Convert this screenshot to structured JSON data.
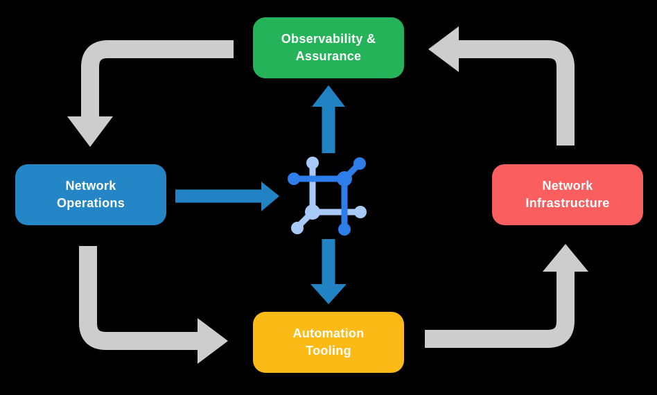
{
  "diagram": {
    "type": "cycle-flow",
    "background_color": "#000000",
    "nodes": [
      {
        "id": "observability-assurance",
        "label": "Observability & Assurance",
        "line1": "Observability &",
        "line2": "Assurance",
        "color": "#25B35A",
        "position": "top-center"
      },
      {
        "id": "network-operations",
        "label": "Network Operations",
        "line1": "Network",
        "line2": "Operations",
        "color": "#2486C7",
        "position": "middle-left"
      },
      {
        "id": "network-infrastructure",
        "label": "Network Infrastructure",
        "line1": "Network",
        "line2": "Infrastructure",
        "color": "#FA5E5E",
        "position": "middle-right"
      },
      {
        "id": "automation-tooling",
        "label": "Automation Tooling",
        "line1": "Automation",
        "line2": "Tooling",
        "color": "#FCBA17",
        "position": "bottom-center"
      }
    ],
    "center_icon": {
      "name": "network-fabric-icon",
      "color_primary": "#2D7DEB",
      "color_secondary": "#A9CAF7"
    },
    "edges": [
      {
        "from": "observability-assurance",
        "to": "network-operations",
        "style": "elbow",
        "color": "#CDCDCD"
      },
      {
        "from": "network-operations",
        "to": "automation-tooling",
        "style": "elbow",
        "color": "#CDCDCD"
      },
      {
        "from": "automation-tooling",
        "to": "network-infrastructure",
        "style": "elbow",
        "color": "#CDCDCD"
      },
      {
        "from": "network-infrastructure",
        "to": "observability-assurance",
        "style": "elbow",
        "color": "#CDCDCD"
      },
      {
        "from": "network-operations",
        "to": "center-icon",
        "style": "straight",
        "color": "#2182C4"
      },
      {
        "from": "center-icon",
        "to": "observability-assurance",
        "style": "straight",
        "color": "#2182C4"
      },
      {
        "from": "center-icon",
        "to": "automation-tooling",
        "style": "straight",
        "color": "#2182C4"
      }
    ]
  }
}
